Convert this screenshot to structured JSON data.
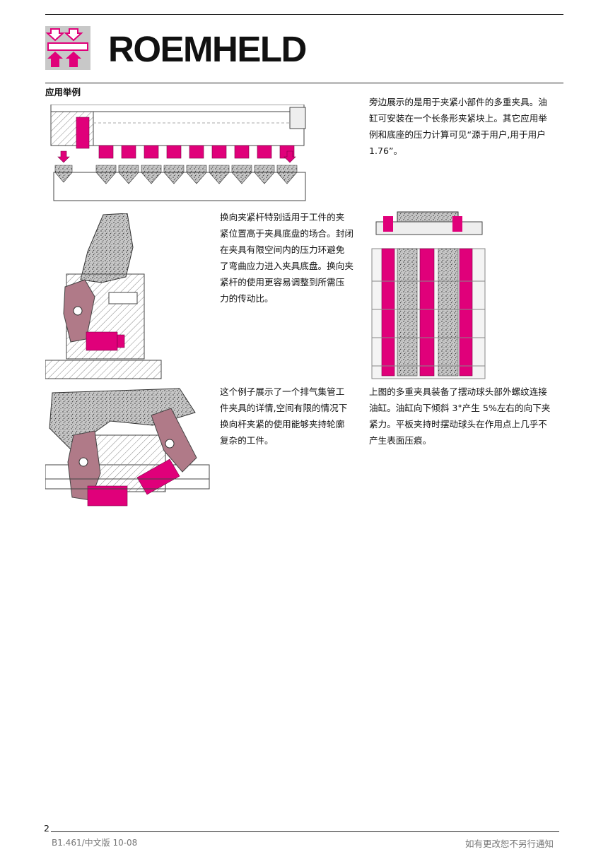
{
  "header": {
    "brand": "ROEMHELD",
    "logo_icon": "press-clamp-logo-icon",
    "section_title": "应用举例"
  },
  "colors": {
    "accent": "#e0007a",
    "hatch": "#999999",
    "lever": "#b07a88"
  },
  "figures": [
    {
      "name": "multi-clamp-fixture-figure",
      "icon": "multi-clamp-drawing"
    },
    {
      "name": "swing-lever-clamp-figure",
      "icon": "swing-lever-drawing"
    },
    {
      "name": "multi-clamp-with-swivel-heads-figure",
      "icon": "plan-view-drawing"
    },
    {
      "name": "exhaust-manifold-fixture-figure",
      "icon": "manifold-fixture-drawing"
    }
  ],
  "paragraphs": {
    "p1": [
      "旁边展示的是用于夹紧小部件的多重夹具。油",
      "缸可安装在一个长条形夹紧块上。其它应用举",
      "例和底座的压力计算可见“源于用户,用于用户",
      "1.76”。"
    ],
    "p2": [
      "换向夹紧杆特别适用于工件的夹",
      "紧位置高于夹具底盘的场合。封闭",
      "在夹具有限空间内的压力环避免",
      "了弯曲应力进入夹具底盘。换向夹",
      "紧杆的使用更容易调整到所需压",
      "力的传动比。"
    ],
    "p3": [
      "这个例子展示了一个排气集管工",
      "件夹具的详情,空间有限的情况下",
      "换向杆夹紧的使用能够夹持轮廓",
      "复杂的工件。"
    ],
    "p4": [
      "上图的多重夹具装备了摆动球头部外螺纹连接",
      "油缸。油缸向下倾斜 3°产生 5%左右的向下夹",
      "紧力。平板夹持时摆动球头在作用点上几乎不",
      "产生表面压痕。"
    ]
  },
  "footer": {
    "page_number": "2",
    "doc_code": "B1.461/中文版 10-08",
    "notice": "如有更改恕不另行通知"
  }
}
